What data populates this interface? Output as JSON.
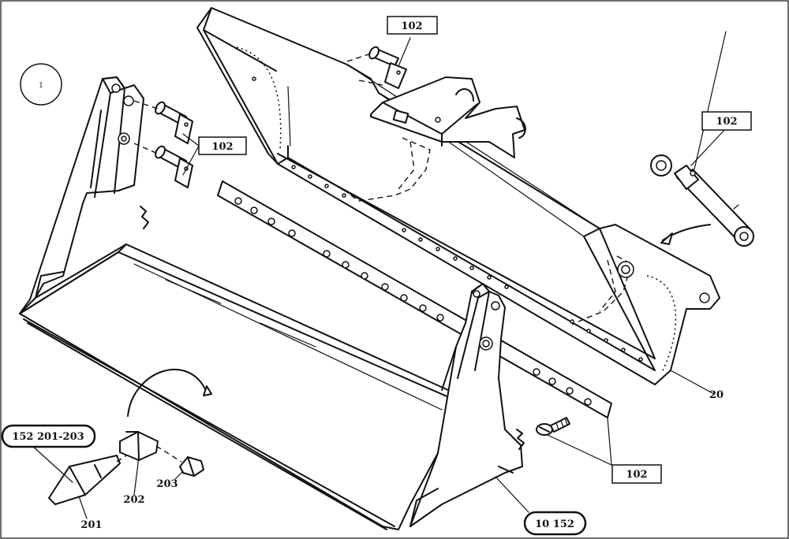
{
  "diagram": {
    "sheet_marker": "1",
    "callouts": {
      "pins_left": "102",
      "pins_top": "102",
      "cylinder": "102",
      "cutting_edge_bolts": "102",
      "bucket_body": "20",
      "tooth_adapter": "202",
      "tooth_tip": "201",
      "tooth_pin": "203",
      "ref_teeth_group": "152 201-203",
      "ref_bucket": "10 152"
    }
  }
}
